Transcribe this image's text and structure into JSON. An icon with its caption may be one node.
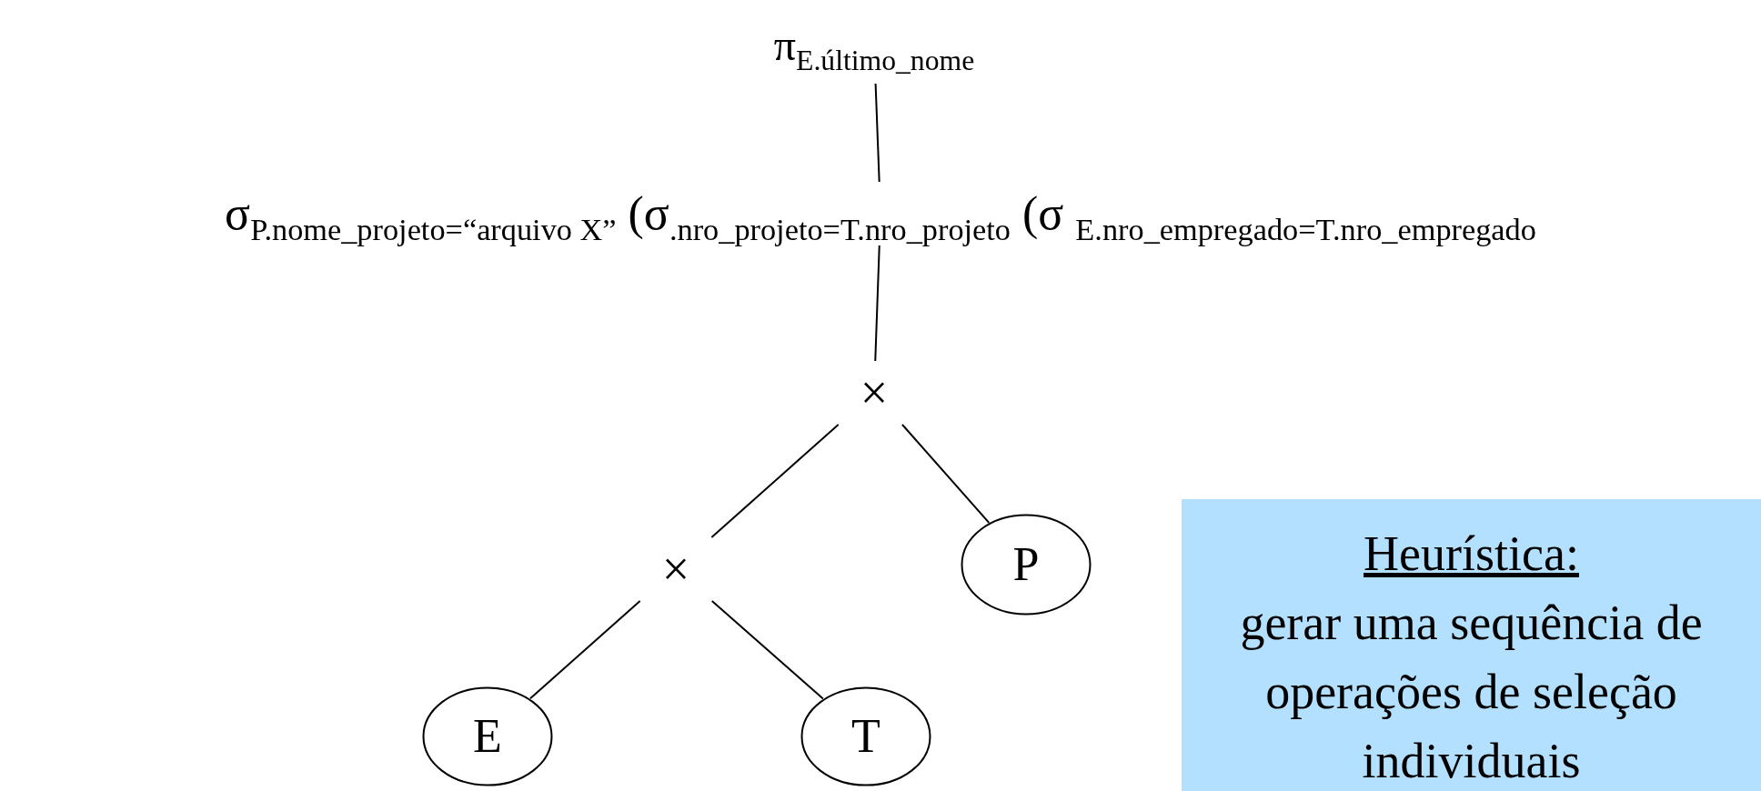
{
  "diagram": {
    "nodes": [
      {
        "text": [
          "π$_{E.último_nome}$"
        ]
      },
      {
        "text": [
          "σ$_{P.nome_projeto=“arquivo X”}$ (σ$_{.nro_projeto=T.nro_projeto}$ (σ $_{E.nro_empregado=T.nro_empregado}$"
        ]
      },
      {
        "text": [
          "×"
        ]
      },
      {
        "text": [
          "×"
        ]
      },
      {
        "text": [
          "P"
        ]
      },
      {
        "text": [
          "E"
        ]
      },
      {
        "text": [
          "T"
        ]
      },
      {
        "text": [
          "Heurística:",
          "gerar uma sequência de operações de seleção individuais"
        ]
      }
    ],
    "edges": [
      {
        "from": 0,
        "to": 1,
        "arrow": "none"
      },
      {
        "from": 1,
        "to": 2,
        "arrow": "none"
      },
      {
        "from": 2,
        "to": 3,
        "arrow": "none"
      },
      {
        "from": 2,
        "to": 4,
        "arrow": "none"
      },
      {
        "from": 3,
        "to": 5,
        "arrow": "none"
      },
      {
        "from": 3,
        "to": 6,
        "arrow": "none"
      }
    ]
  }
}
